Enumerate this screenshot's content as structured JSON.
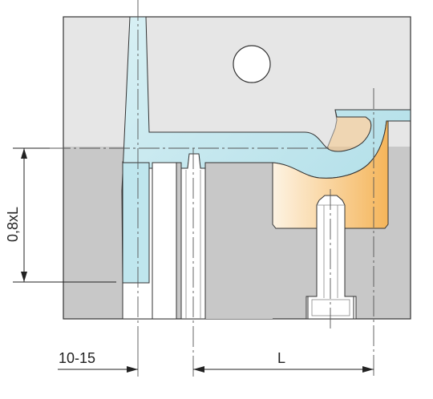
{
  "dimensions": {
    "height_label": "0,8xL",
    "gap_label": "10-15",
    "length_label": "L"
  },
  "colors": {
    "upper_plate": "#e6e6e6",
    "lower_plate": "#c8c8c8",
    "channel": "#bfe6ee",
    "insert_light": "#fdf0dc",
    "insert_dark": "#f5b75a",
    "outline": "#333333",
    "dimension_line": "#222222"
  }
}
